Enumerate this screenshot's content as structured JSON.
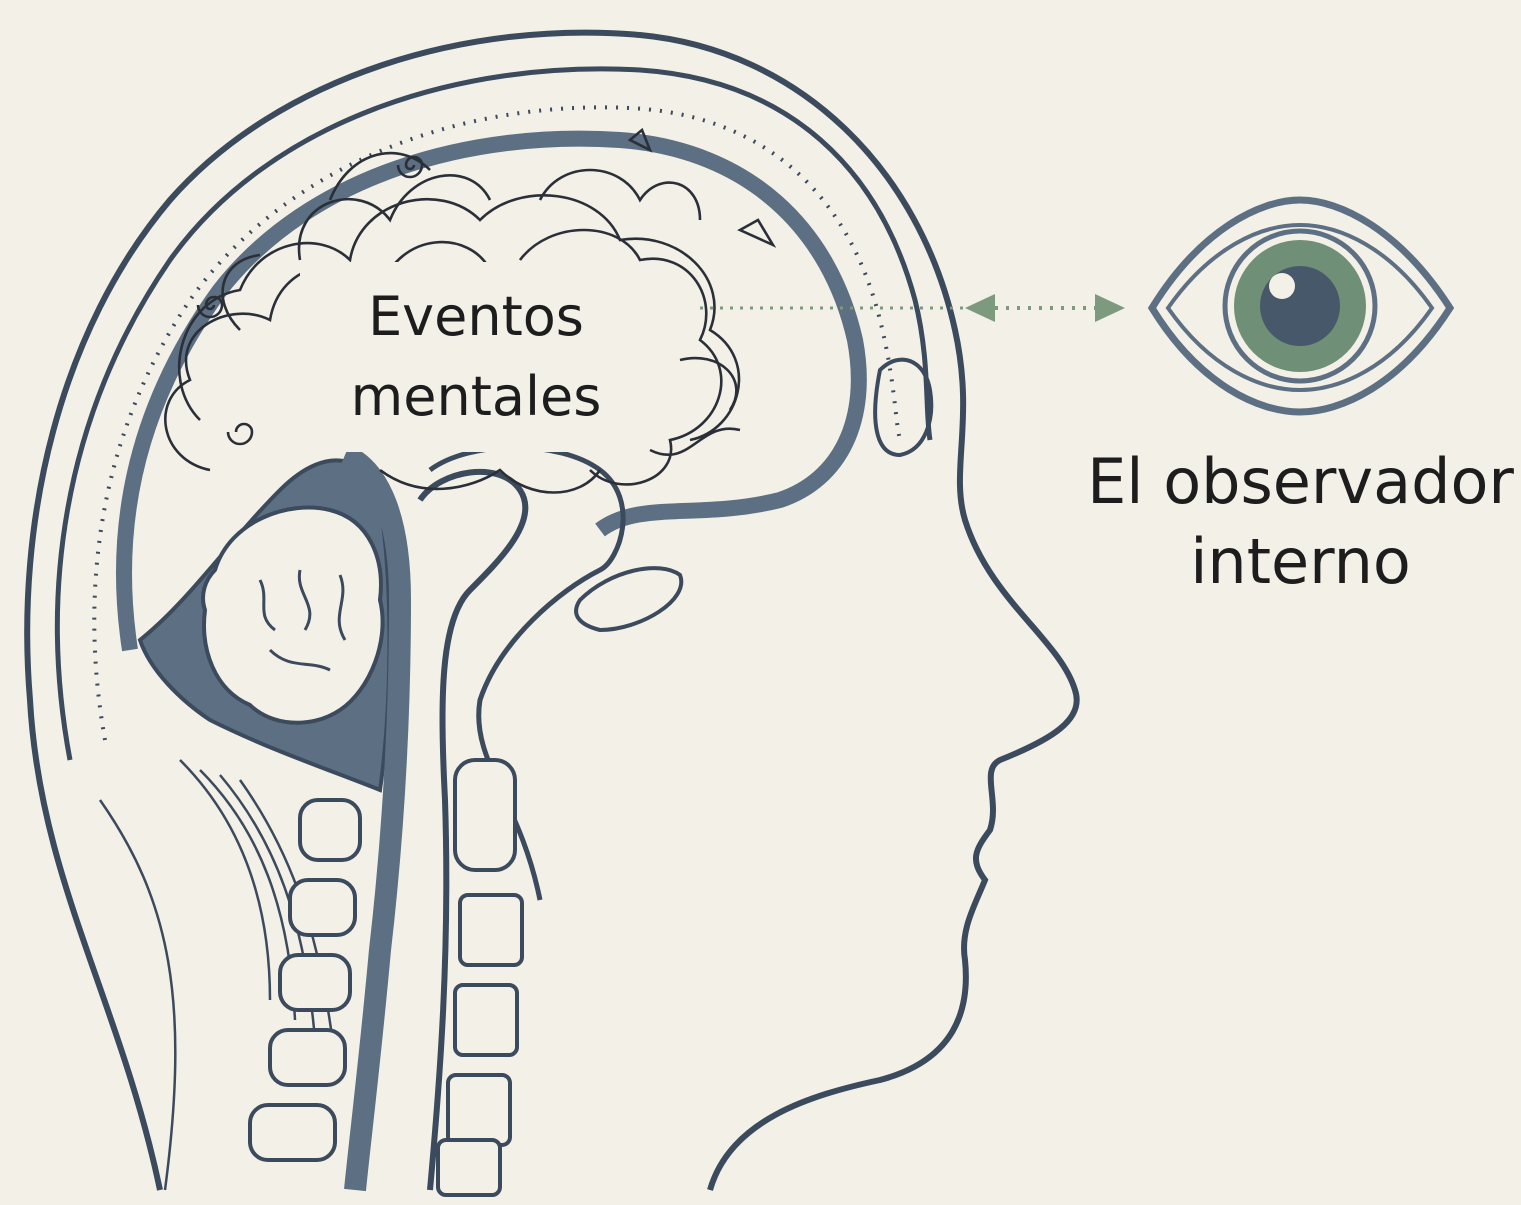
{
  "labels": {
    "mental_events_line1": "Eventos",
    "mental_events_line2": "mentales",
    "observer_line1": "El observador",
    "observer_line2": "interno"
  },
  "colors": {
    "background": "#f3f0e8",
    "ink": "#3b4a5c",
    "fill_blue": "#5d6f82",
    "eye_green": "#6f8f76",
    "arrow_green": "#7d9a7f",
    "text": "#1d1d1d"
  },
  "icons": [
    "head-profile",
    "brain-scribble",
    "spine",
    "eye-icon",
    "double-arrow"
  ]
}
